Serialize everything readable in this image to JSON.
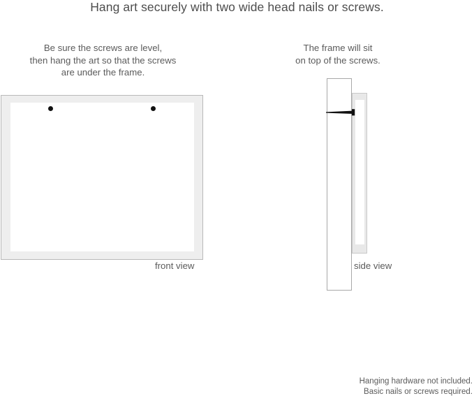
{
  "title": "Hang art securely with two wide head nails or screws.",
  "captions": {
    "left": "Be sure the screws are level,\nthen hang the art so that the screws\nare under the frame.",
    "right": "The frame will sit\non top of the screws."
  },
  "labels": {
    "front_view": "front view",
    "side_view": "side view"
  },
  "footer": {
    "line1": "Hanging hardware not included.",
    "line2": "Basic nails or screws required."
  },
  "diagram": {
    "front_view": {
      "frame_color": "#eeeeee",
      "frame_border_color": "#b9b9b9",
      "mat_color": "#ffffff",
      "screw_color": "#111111",
      "screw_count": 2
    },
    "side_view": {
      "wall_color": "#ffffff",
      "wall_border_color": "#a8a8a8",
      "frame_color": "#e8e8e8",
      "frame_border_color": "#c9c9c9",
      "frame_inner_color": "#ffffff",
      "nail_color": "#111111",
      "nail_icon": "nail-side-icon"
    }
  }
}
